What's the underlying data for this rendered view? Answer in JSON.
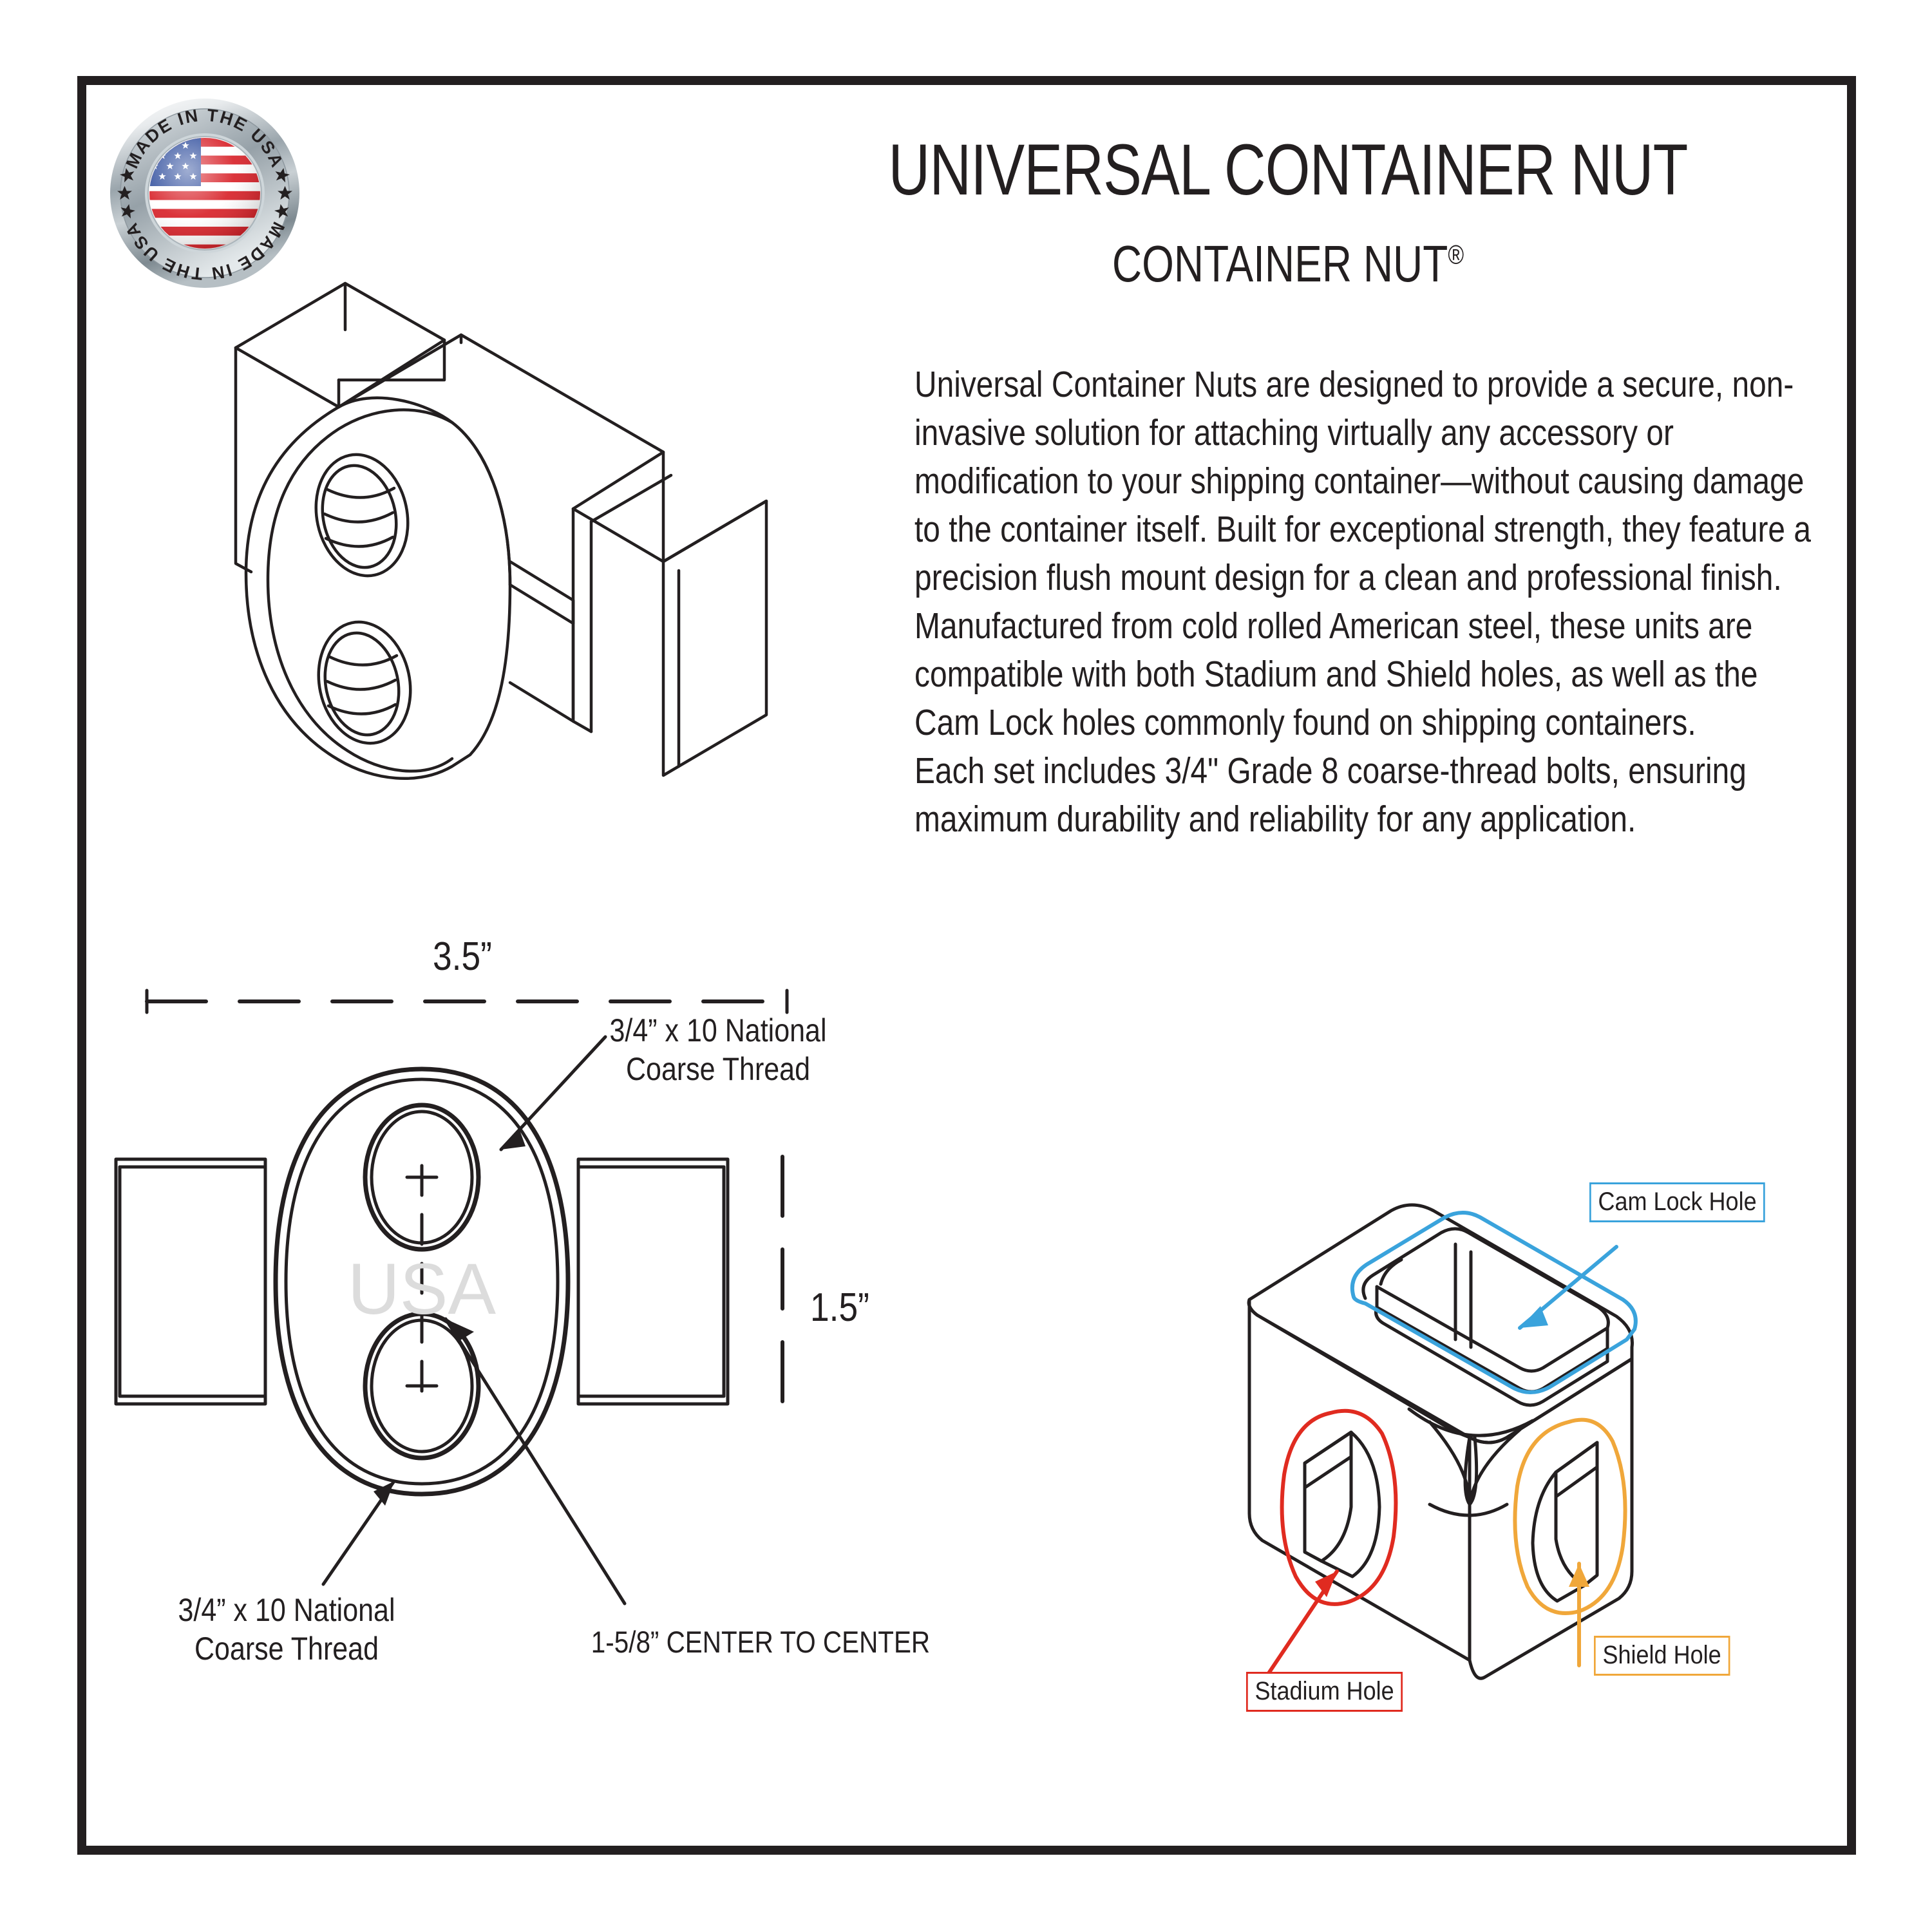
{
  "document": {
    "title": "UNIVERSAL CONTAINER NUT",
    "subtitle": "CONTAINER NUT",
    "subtitle_mark": "®"
  },
  "badge": {
    "name": "made-in-usa-badge",
    "text_top": "MADE IN THE USA",
    "text_bottom": "MADE IN THE USA"
  },
  "description": {
    "paragraph_1": "Universal Container Nuts are designed to provide a secure, non-invasive solution for attaching virtually any accessory or modification to your shipping container—without causing damage to the container itself. Built for exceptional strength, they feature a precision flush mount design for a clean and professional finish. Manufactured from cold rolled American steel, these units are compatible with both Stadium and Shield holes, as well as the Cam Lock holes commonly found on shipping containers.",
    "paragraph_2": "Each set includes 3/4\" Grade 8 coarse-thread bolts, ensuring maximum durability and reliability for any application."
  },
  "front_view": {
    "watermark": "USA",
    "dimension_width": "3.5”",
    "dimension_height": "1.5”",
    "callout_thread_top": "3/4” x 10 National\nCoarse Thread",
    "callout_thread_top_line1": "3/4” x 10 National",
    "callout_thread_top_line2": "Coarse Thread",
    "callout_thread_bottom_line1": "3/4” x 10 National",
    "callout_thread_bottom_line2": "Coarse Thread",
    "callout_center_to_center": "1-5/8” CENTER TO CENTER"
  },
  "corner_casting": {
    "labels": {
      "cam_lock": "Cam Lock Hole",
      "stadium": "Stadium Hole",
      "shield": "Shield Hole"
    }
  },
  "colors": {
    "ink": "#231f20",
    "cam_lock": "#3aa3dc",
    "stadium": "#e02b20",
    "shield": "#f0a73a",
    "watermark": "#dcdcdc",
    "flag_red": "#d8232a",
    "flag_blue": "#2b4a9b",
    "bezel_light": "#f2f4f5",
    "bezel_dark": "#6f7b82"
  }
}
